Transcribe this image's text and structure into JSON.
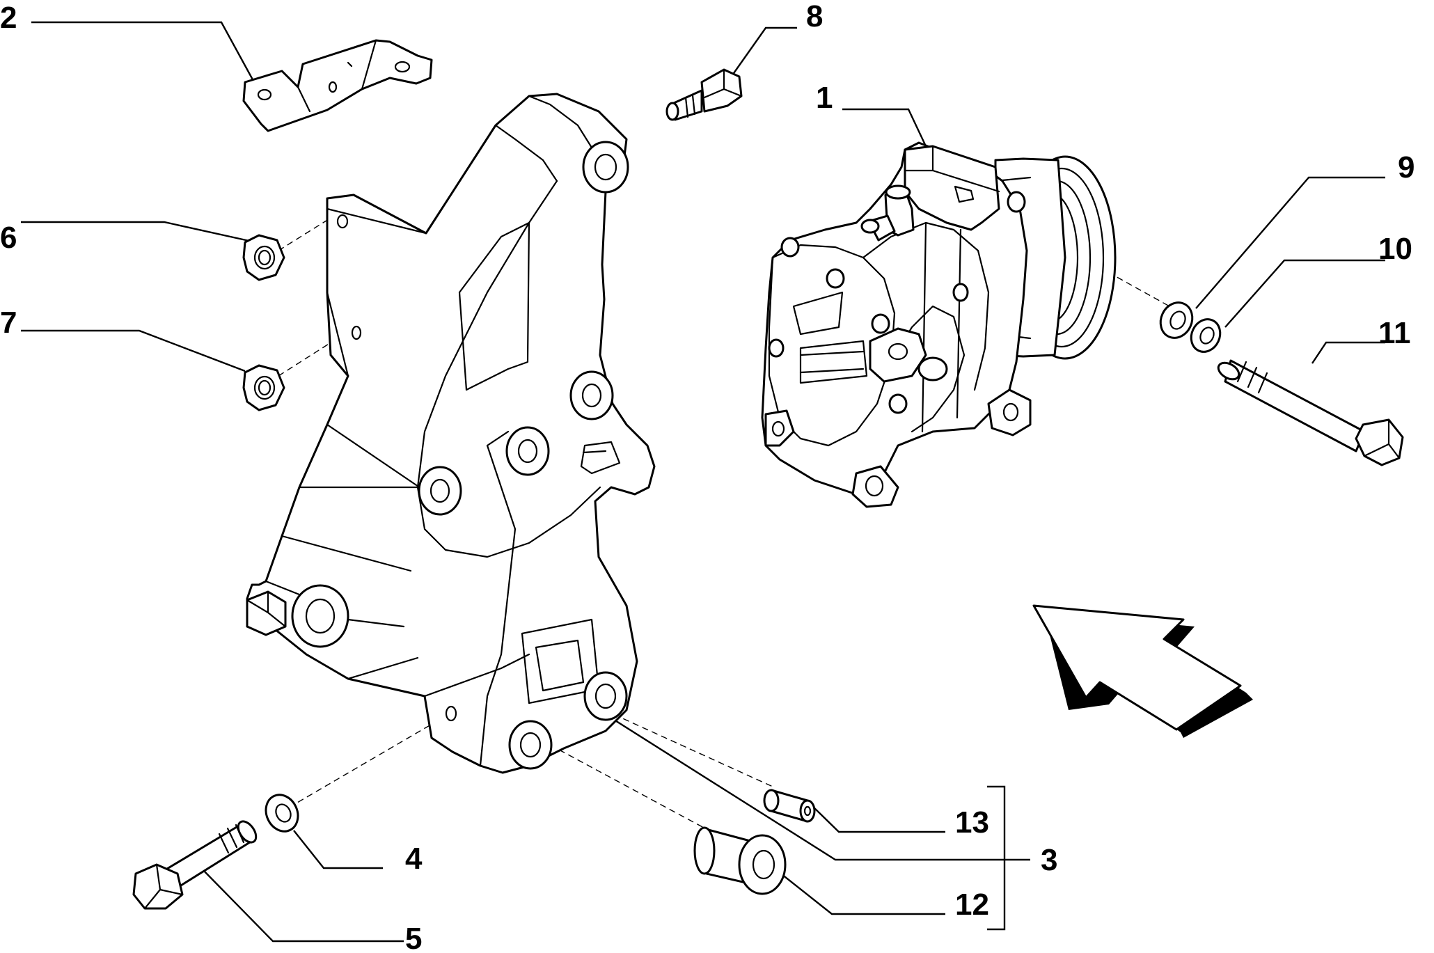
{
  "diagram": {
    "callouts": [
      {
        "id": "c1",
        "label": "1"
      },
      {
        "id": "c2",
        "label": "2"
      },
      {
        "id": "c3",
        "label": "3"
      },
      {
        "id": "c4",
        "label": "4"
      },
      {
        "id": "c5",
        "label": "5"
      },
      {
        "id": "c6",
        "label": "6"
      },
      {
        "id": "c7",
        "label": "7"
      },
      {
        "id": "c8",
        "label": "8"
      },
      {
        "id": "c9",
        "label": "9"
      },
      {
        "id": "c10",
        "label": "10"
      },
      {
        "id": "c11",
        "label": "11"
      },
      {
        "id": "c12",
        "label": "12"
      },
      {
        "id": "c13",
        "label": "13"
      }
    ],
    "parts": {
      "compressor": "compressor",
      "bracket": "support-bracket",
      "arrow": "direction-arrow"
    }
  }
}
